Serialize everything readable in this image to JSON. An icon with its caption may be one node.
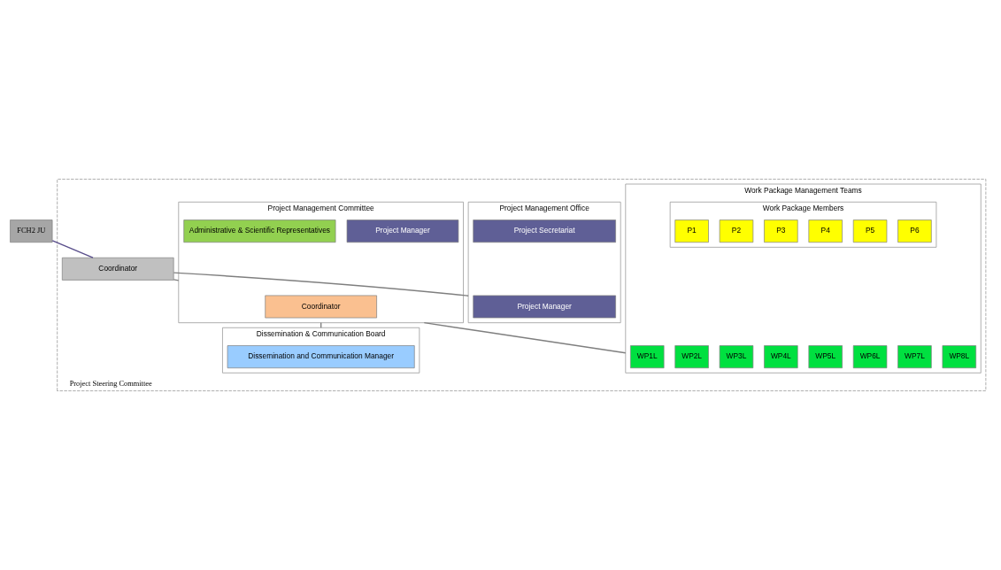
{
  "diagram": {
    "nodes": [
      {
        "text": [
          "FCH2 JU"
        ]
      },
      {
        "text": [
          "Project Steering Committee"
        ]
      },
      {
        "text": [
          "Coordinator"
        ],
        "in": 1
      },
      {
        "text": [
          "Project Management Committee"
        ],
        "in": 1
      },
      {
        "text": [
          "Coordinator"
        ],
        "in": 3
      },
      {
        "text": [
          "Project Manager"
        ],
        "in": 3
      },
      {
        "text": [
          "Administrative & Scientific Representatives"
        ],
        "in": 3
      },
      {
        "text": [
          "Project Management Office"
        ],
        "in": 1
      },
      {
        "text": [
          "Project Manager"
        ],
        "in": 7
      },
      {
        "text": [
          "Project Secretariat"
        ],
        "in": 7
      },
      {
        "text": [
          "Dissemination & Communication Board"
        ],
        "in": 1
      },
      {
        "text": [
          "Dissemination and Communication Manager"
        ],
        "in": 10
      },
      {
        "text": [
          "Work Package Management Teams"
        ],
        "in": 1
      },
      {
        "text": [
          "WP1L"
        ],
        "in": 12
      },
      {
        "text": [
          "WP2L"
        ],
        "in": 12
      },
      {
        "text": [
          "WP3L"
        ],
        "in": 12
      },
      {
        "text": [
          "WP4L"
        ],
        "in": 12
      },
      {
        "text": [
          "WP5L"
        ],
        "in": 12
      },
      {
        "text": [
          "WP6L"
        ],
        "in": 12
      },
      {
        "text": [
          "WP7L"
        ],
        "in": 12
      },
      {
        "text": [
          "WP8L"
        ],
        "in": 12
      },
      {
        "text": [
          "Work Package Members"
        ],
        "in": 12
      },
      {
        "text": [
          "P1"
        ],
        "in": 21
      },
      {
        "text": [
          "P2"
        ],
        "in": 21
      },
      {
        "text": [
          "P3"
        ],
        "in": 21
      },
      {
        "text": [
          "P4"
        ],
        "in": 21
      },
      {
        "text": [
          "P5"
        ],
        "in": 21
      },
      {
        "text": [
          "P6"
        ],
        "in": 21
      }
    ],
    "edges": [
      {
        "from": 0,
        "to": 2,
        "arrow": "none",
        "color": "#5a4f8c"
      },
      {
        "from": 2,
        "to": 3,
        "arrow": "none"
      },
      {
        "from": 2,
        "to": 7,
        "arrow": "none"
      },
      {
        "from": 3,
        "to": 10,
        "arrow": "none"
      },
      {
        "from": 3,
        "to": 12,
        "arrow": "none"
      }
    ]
  }
}
